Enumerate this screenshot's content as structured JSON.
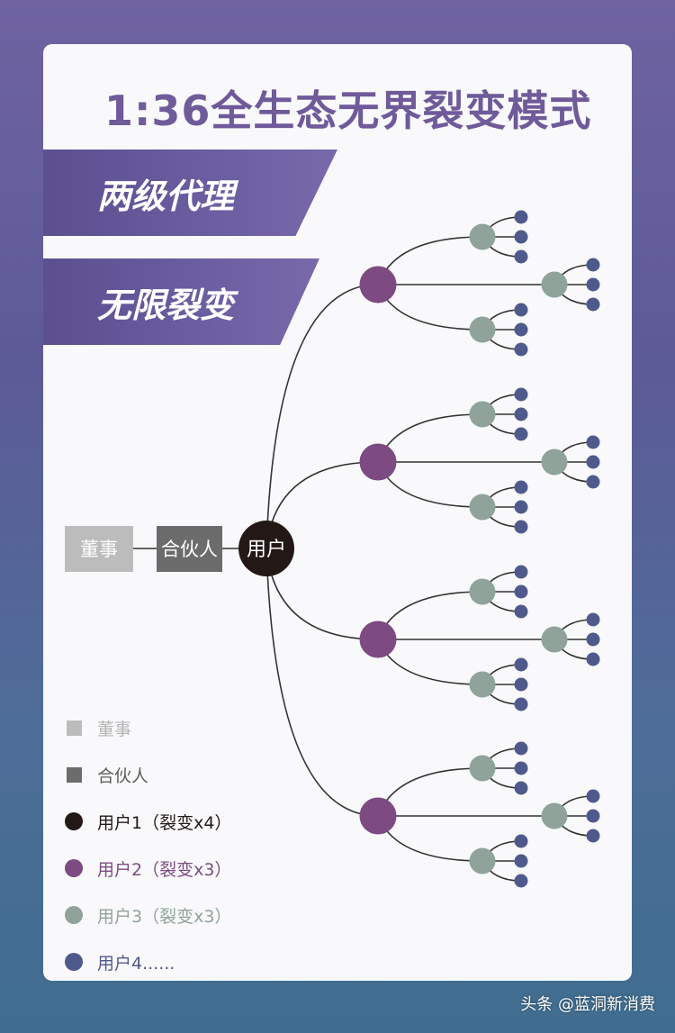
{
  "title": "1:36全生态无界裂变模式",
  "banners": [
    "两级代理",
    "无限裂变"
  ],
  "nodes": {
    "director": "董事",
    "partner": "合伙人",
    "user": "用户"
  },
  "legend": [
    {
      "label": "董事",
      "shape": "square",
      "color": "#bcbcbc",
      "text_color": "#b4b4b4"
    },
    {
      "label": "合伙人",
      "shape": "square",
      "color": "#6c6c6c",
      "text_color": "#5e5e5e"
    },
    {
      "label": "用户1（裂变x4）",
      "shape": "circle",
      "color": "#231815",
      "text_color": "#231815"
    },
    {
      "label": "用户2（裂变x3）",
      "shape": "circle",
      "color": "#7d4a82",
      "text_color": "#7d4a82"
    },
    {
      "label": "用户3（裂变x3）",
      "shape": "circle",
      "color": "#8fa39a",
      "text_color": "#8fa39a"
    },
    {
      "label": "用户4......",
      "shape": "circle",
      "color": "#4f5a8c",
      "text_color": "#4f5a8c"
    }
  ],
  "colors": {
    "director": "#bcbcbc",
    "partner": "#6c6c6c",
    "user1": "#231815",
    "user2": "#7d4a82",
    "user3": "#8fa39a",
    "user4": "#4f5a8c",
    "line": "#333333"
  },
  "structure": {
    "level1_fanout": 4,
    "level2_fanout": 3,
    "level3_fanout": 3
  },
  "watermark": "头条 @蓝洞新消费"
}
